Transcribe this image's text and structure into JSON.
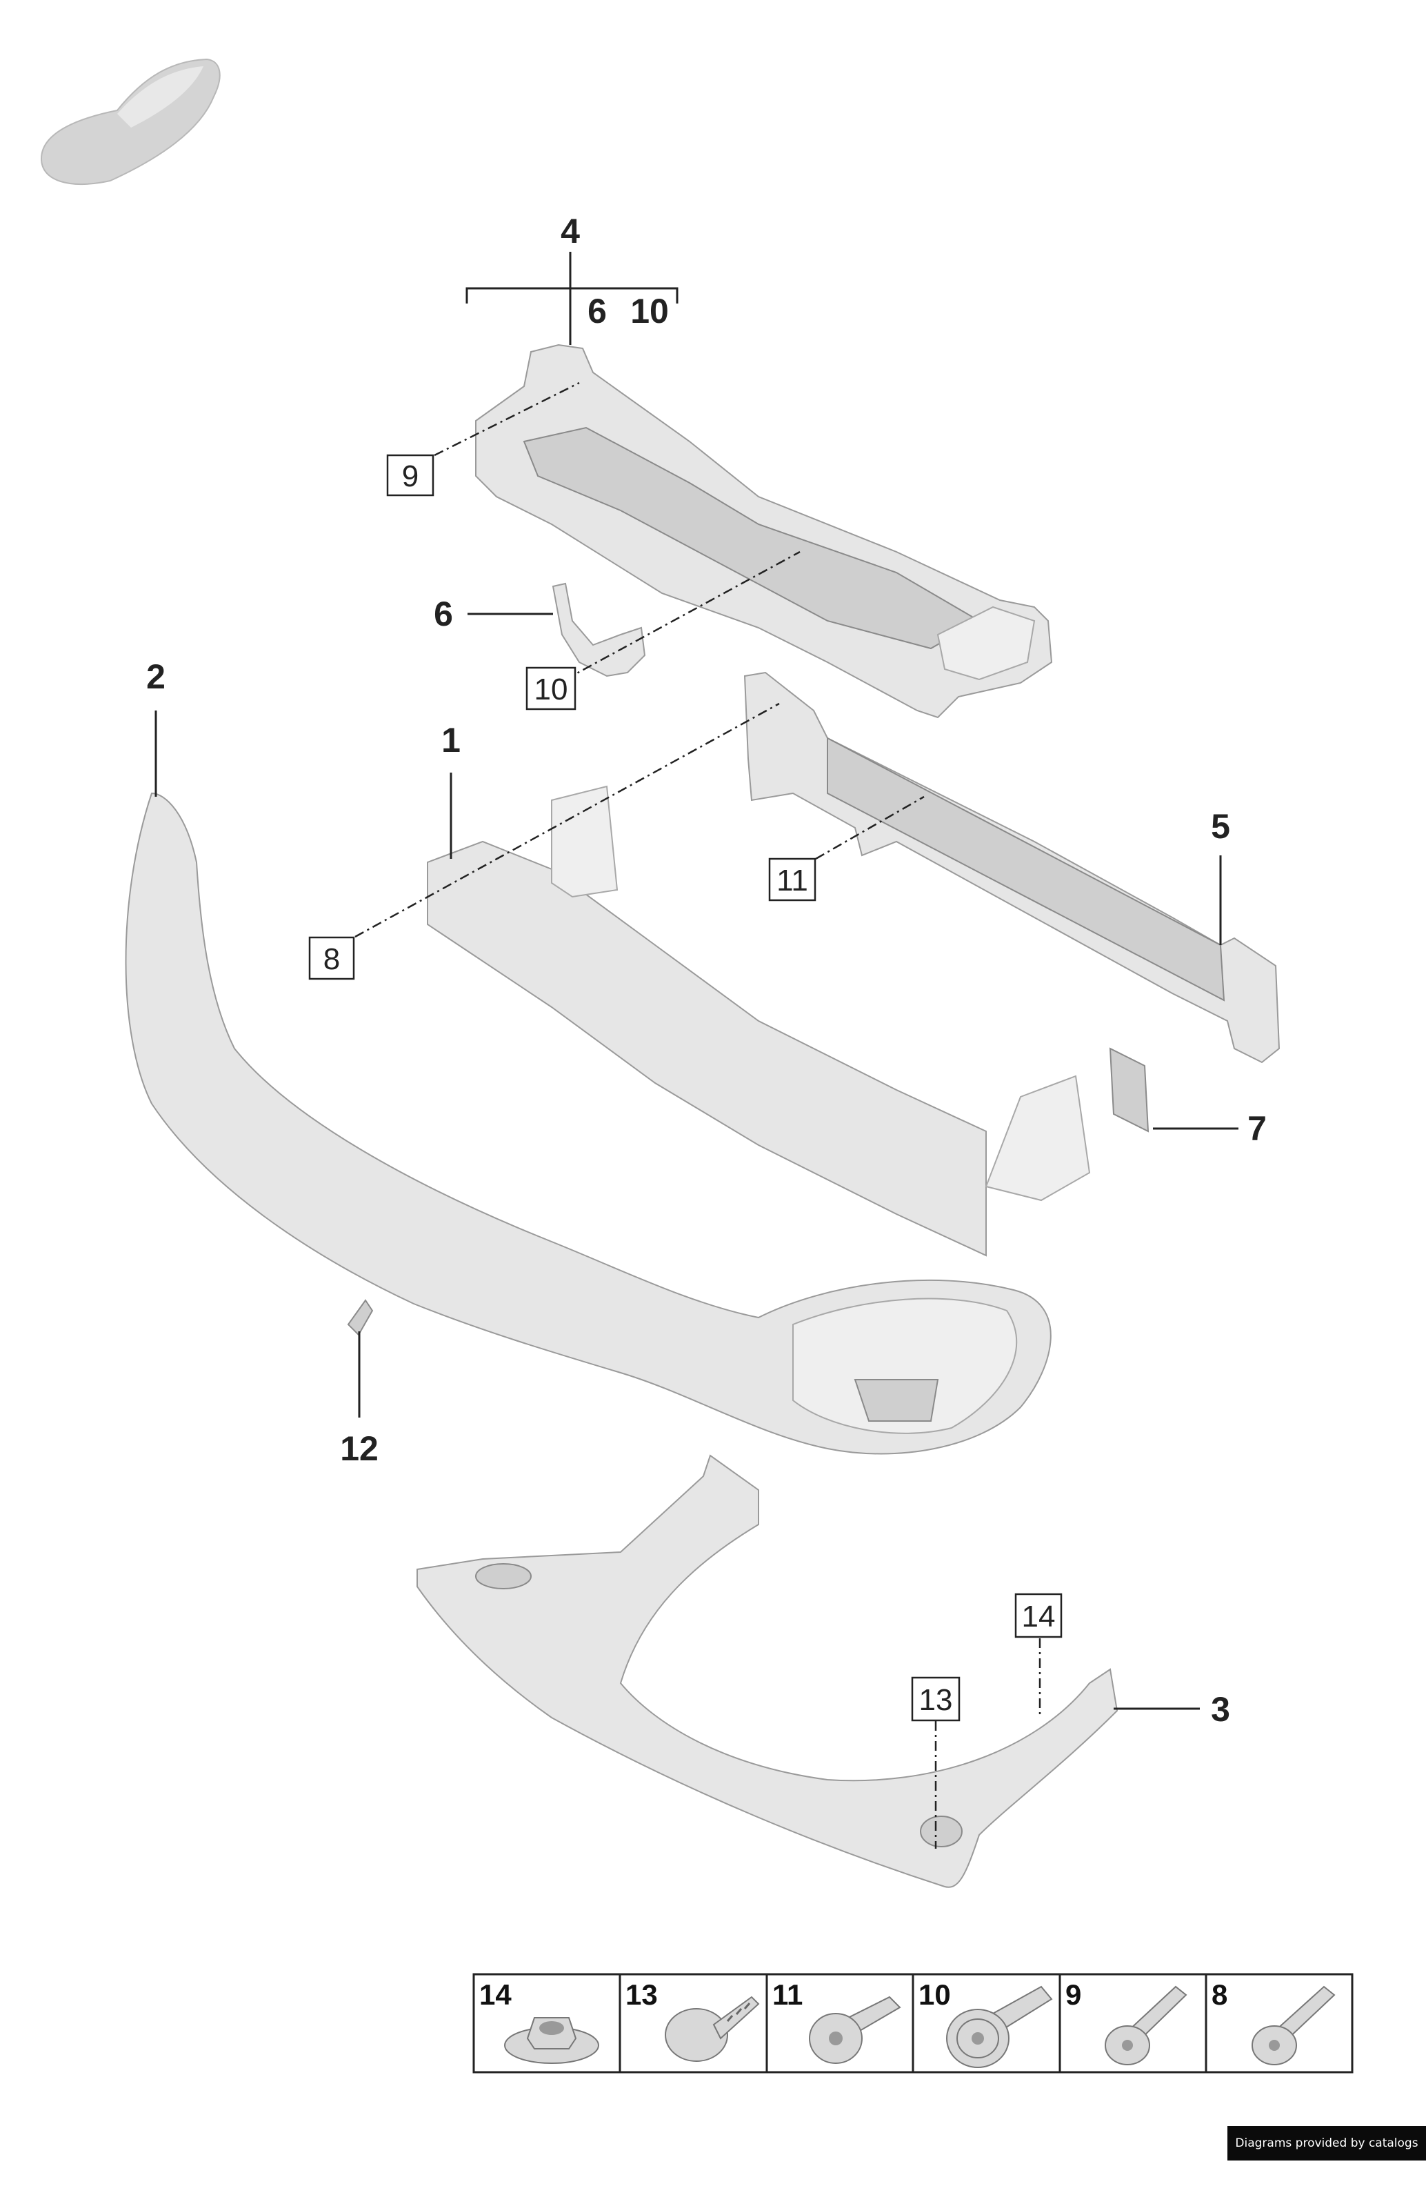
{
  "callouts": {
    "p1": "1",
    "p2": "2",
    "p3": "3",
    "p4": "4",
    "p5": "5",
    "p6": "6",
    "p7": "7",
    "p12": "12",
    "p4_sub6": "6",
    "p4_sub10": "10"
  },
  "boxed_callouts": {
    "b9": "9",
    "b10": "10",
    "b8": "8",
    "b11": "11",
    "b13": "13",
    "b14": "14"
  },
  "fastener_table": [
    {
      "label": "14",
      "icon": "flange-nut-icon"
    },
    {
      "label": "13",
      "icon": "plastic-screw-icon"
    },
    {
      "label": "11",
      "icon": "torx-bolt-icon"
    },
    {
      "label": "10",
      "icon": "washer-bolt-icon"
    },
    {
      "label": "9",
      "icon": "long-bolt-icon"
    },
    {
      "label": "8",
      "icon": "long-bolt-icon"
    }
  ],
  "credit": "Diagrams provided by catalogs parts",
  "colors": {
    "part_fill": "#e6e6e6",
    "line": "#222222",
    "credit_bg": "#0b0b0b"
  }
}
